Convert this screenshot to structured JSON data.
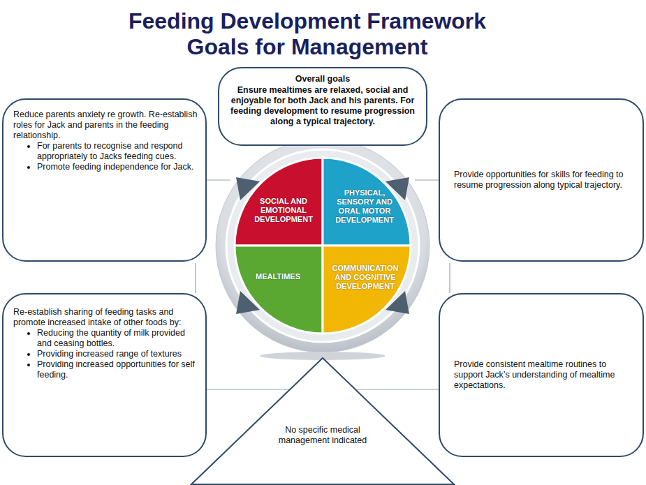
{
  "diagram": {
    "title": "Feeding Development Framework Goals for Management",
    "nodes": [
      {
        "text": [
          "Overall goals",
          "Ensure mealtimes are relaxed, social and enjoyable for both Jack and his parents. For feeding development to resume progression along a typical trajectory."
        ]
      },
      {
        "text": [
          "Reduce parents anxiety re growth. Re-establish roles for Jack and parents in the feeding relationship.",
          "For parents to recognise and respond appropriately to Jacks feeding cues.",
          "Promote feeding independence for Jack."
        ]
      },
      {
        "text": [
          "Provide opportunities for skills for feeding to resume progression along typical trajectory."
        ]
      },
      {
        "text": [
          "SOCIAL AND EMOTIONAL DEVELOPMENT"
        ]
      },
      {
        "text": [
          "PHYSICAL, SENSORY AND ORAL MOTOR DEVELOPMENT"
        ]
      },
      {
        "text": [
          "MEALTIMES"
        ]
      },
      {
        "text": [
          "COMMUNICATION AND COGNITIVE DEVELOPMENT"
        ]
      },
      {
        "text": [
          "Re-establish sharing of feeding tasks and promote increased intake of other foods by:",
          "Reducing the quantity of milk provided and ceasing bottles.",
          "Providing increased range of textures",
          "Providing increased opportunities for self feeding."
        ]
      },
      {
        "text": [
          "Provide consistent mealtime routines to support Jack’s understanding of mealtime expectations."
        ]
      },
      {
        "text": [
          "No specific medical management indicated"
        ]
      }
    ]
  }
}
